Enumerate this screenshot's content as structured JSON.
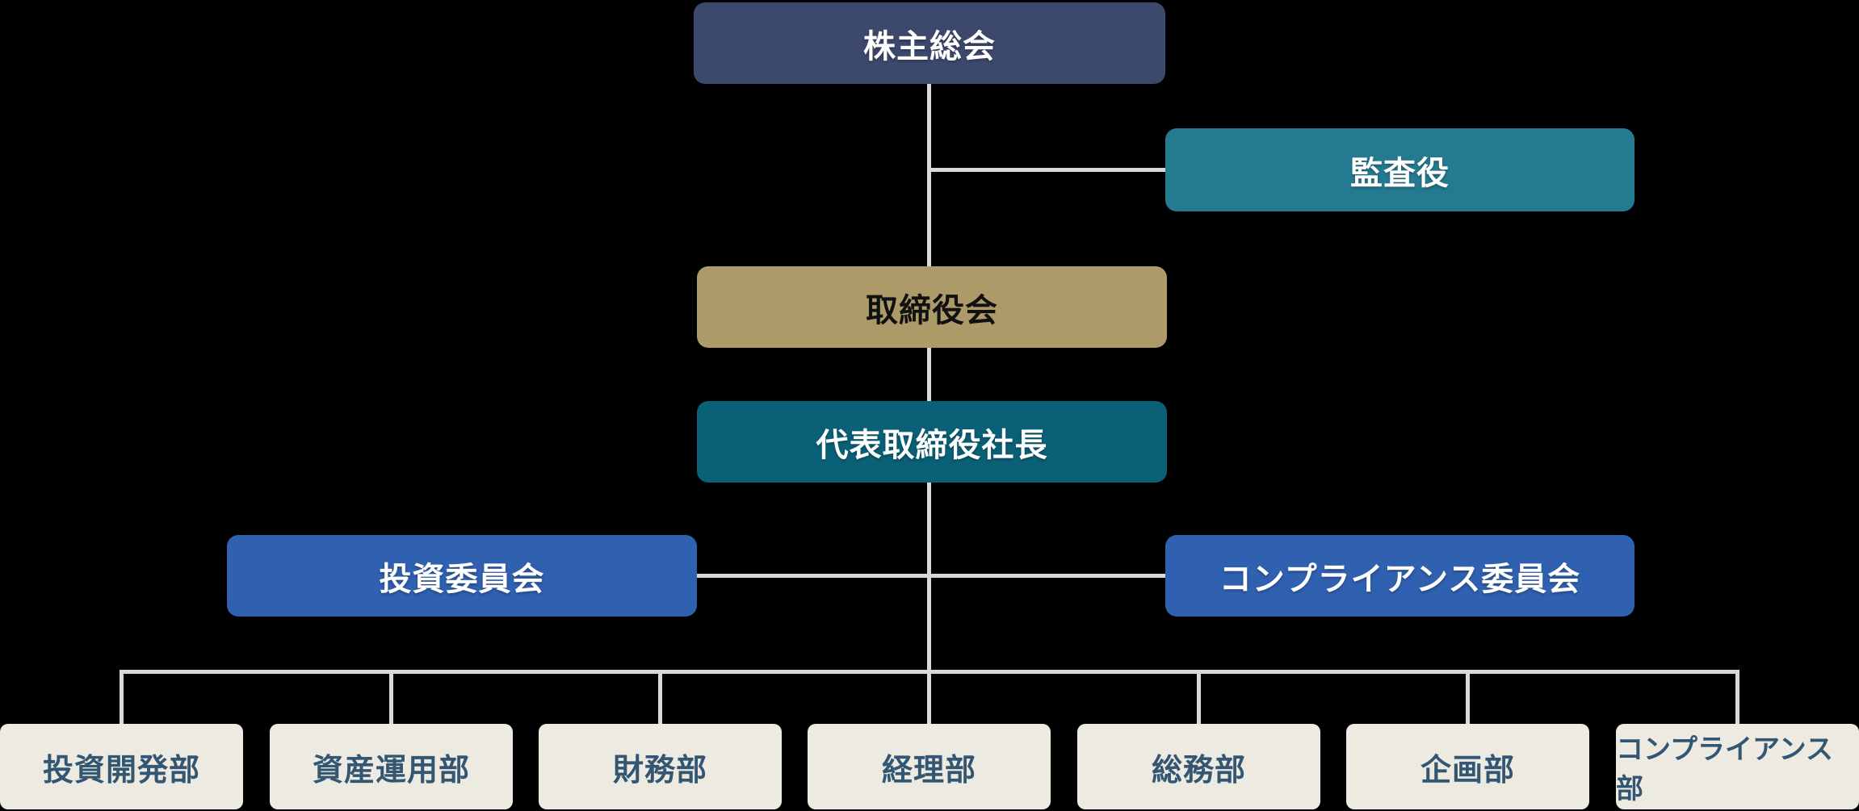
{
  "colors": {
    "background": "#000000",
    "connector": "#d9d9d9",
    "shareholders_bg": "#3d486d",
    "auditor_bg": "#247a90",
    "board_bg": "#ad9a69",
    "president_bg": "#0a6076",
    "committee_bg": "#3060b0",
    "department_bg": "#edeae2",
    "department_text": "#335672",
    "light_text": "#ffffff",
    "dark_text": "#111111"
  },
  "nodes": {
    "shareholders": {
      "label": "株主総会"
    },
    "auditor": {
      "label": "監査役"
    },
    "board": {
      "label": "取締役会"
    },
    "president": {
      "label": "代表取締役社長"
    },
    "investment_committee": {
      "label": "投資委員会"
    },
    "compliance_committee": {
      "label": "コンプライアンス委員会"
    }
  },
  "departments": [
    {
      "label": "投資開発部"
    },
    {
      "label": "資産運用部"
    },
    {
      "label": "財務部"
    },
    {
      "label": "経理部"
    },
    {
      "label": "総務部"
    },
    {
      "label": "企画部"
    },
    {
      "label": "コンプライアンス部"
    }
  ]
}
